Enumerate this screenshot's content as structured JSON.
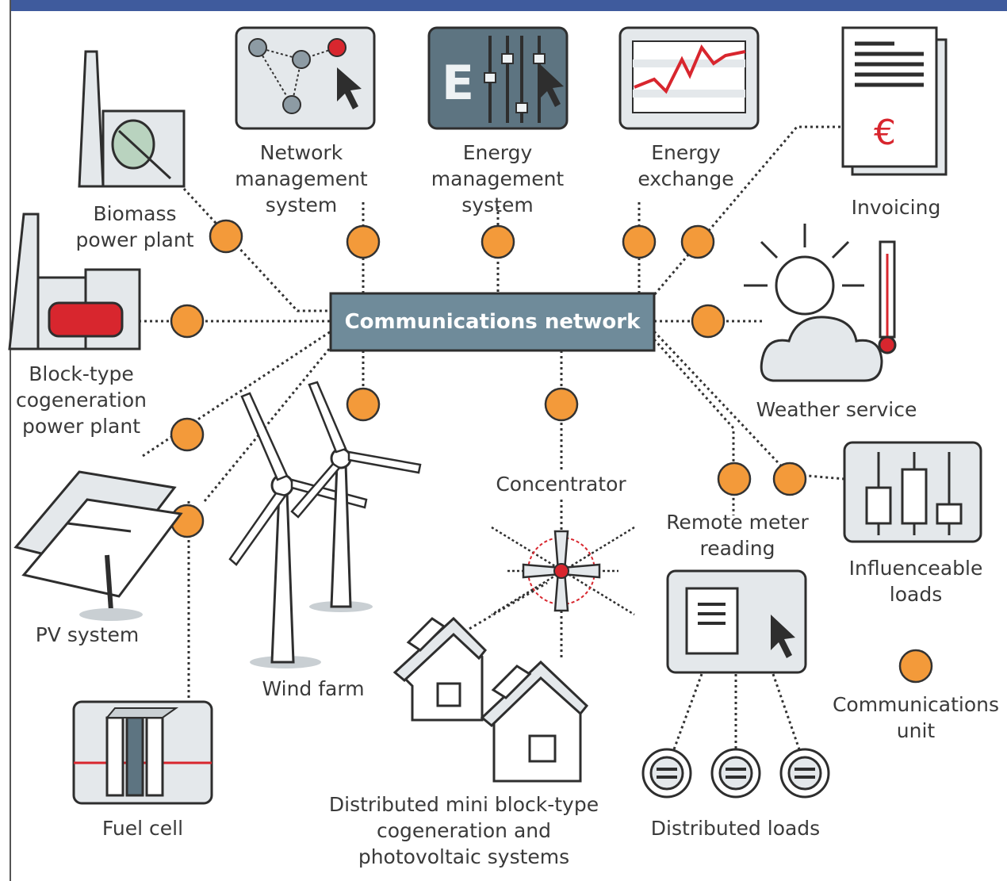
{
  "hub": {
    "label": "Communications network"
  },
  "nodes": {
    "biomass": "Biomass\npower plant",
    "network_management": "Network\nmanagement\nsystem",
    "energy_management": "Energy\nmanagement\nsystem",
    "energy_exchange": "Energy\nexchange",
    "invoicing": "Invoicing",
    "block_type": "Block-type\ncogeneration\npower plant",
    "weather": "Weather service",
    "pv": "PV system",
    "wind": "Wind farm",
    "concentrator": "Concentrator",
    "remote_meter": "Remote meter\nreading",
    "influenceable": "Influenceable\nloads",
    "fuel_cell": "Fuel cell",
    "distributed_mini": "Distributed mini block-type\ncogeneration and\nphotovoltaic systems",
    "distributed_loads": "Distributed loads"
  },
  "legend": {
    "label": "Communications\nunit"
  },
  "icons": {
    "em_letter": "E",
    "invoice_symbol": "€"
  },
  "colors": {
    "hub_fill": "#6f8b9a",
    "unit_orange": "#f39a3a",
    "accent_red": "#d8262e",
    "panel_fill": "#e4e8eb",
    "dark_panel": "#5d7481"
  }
}
